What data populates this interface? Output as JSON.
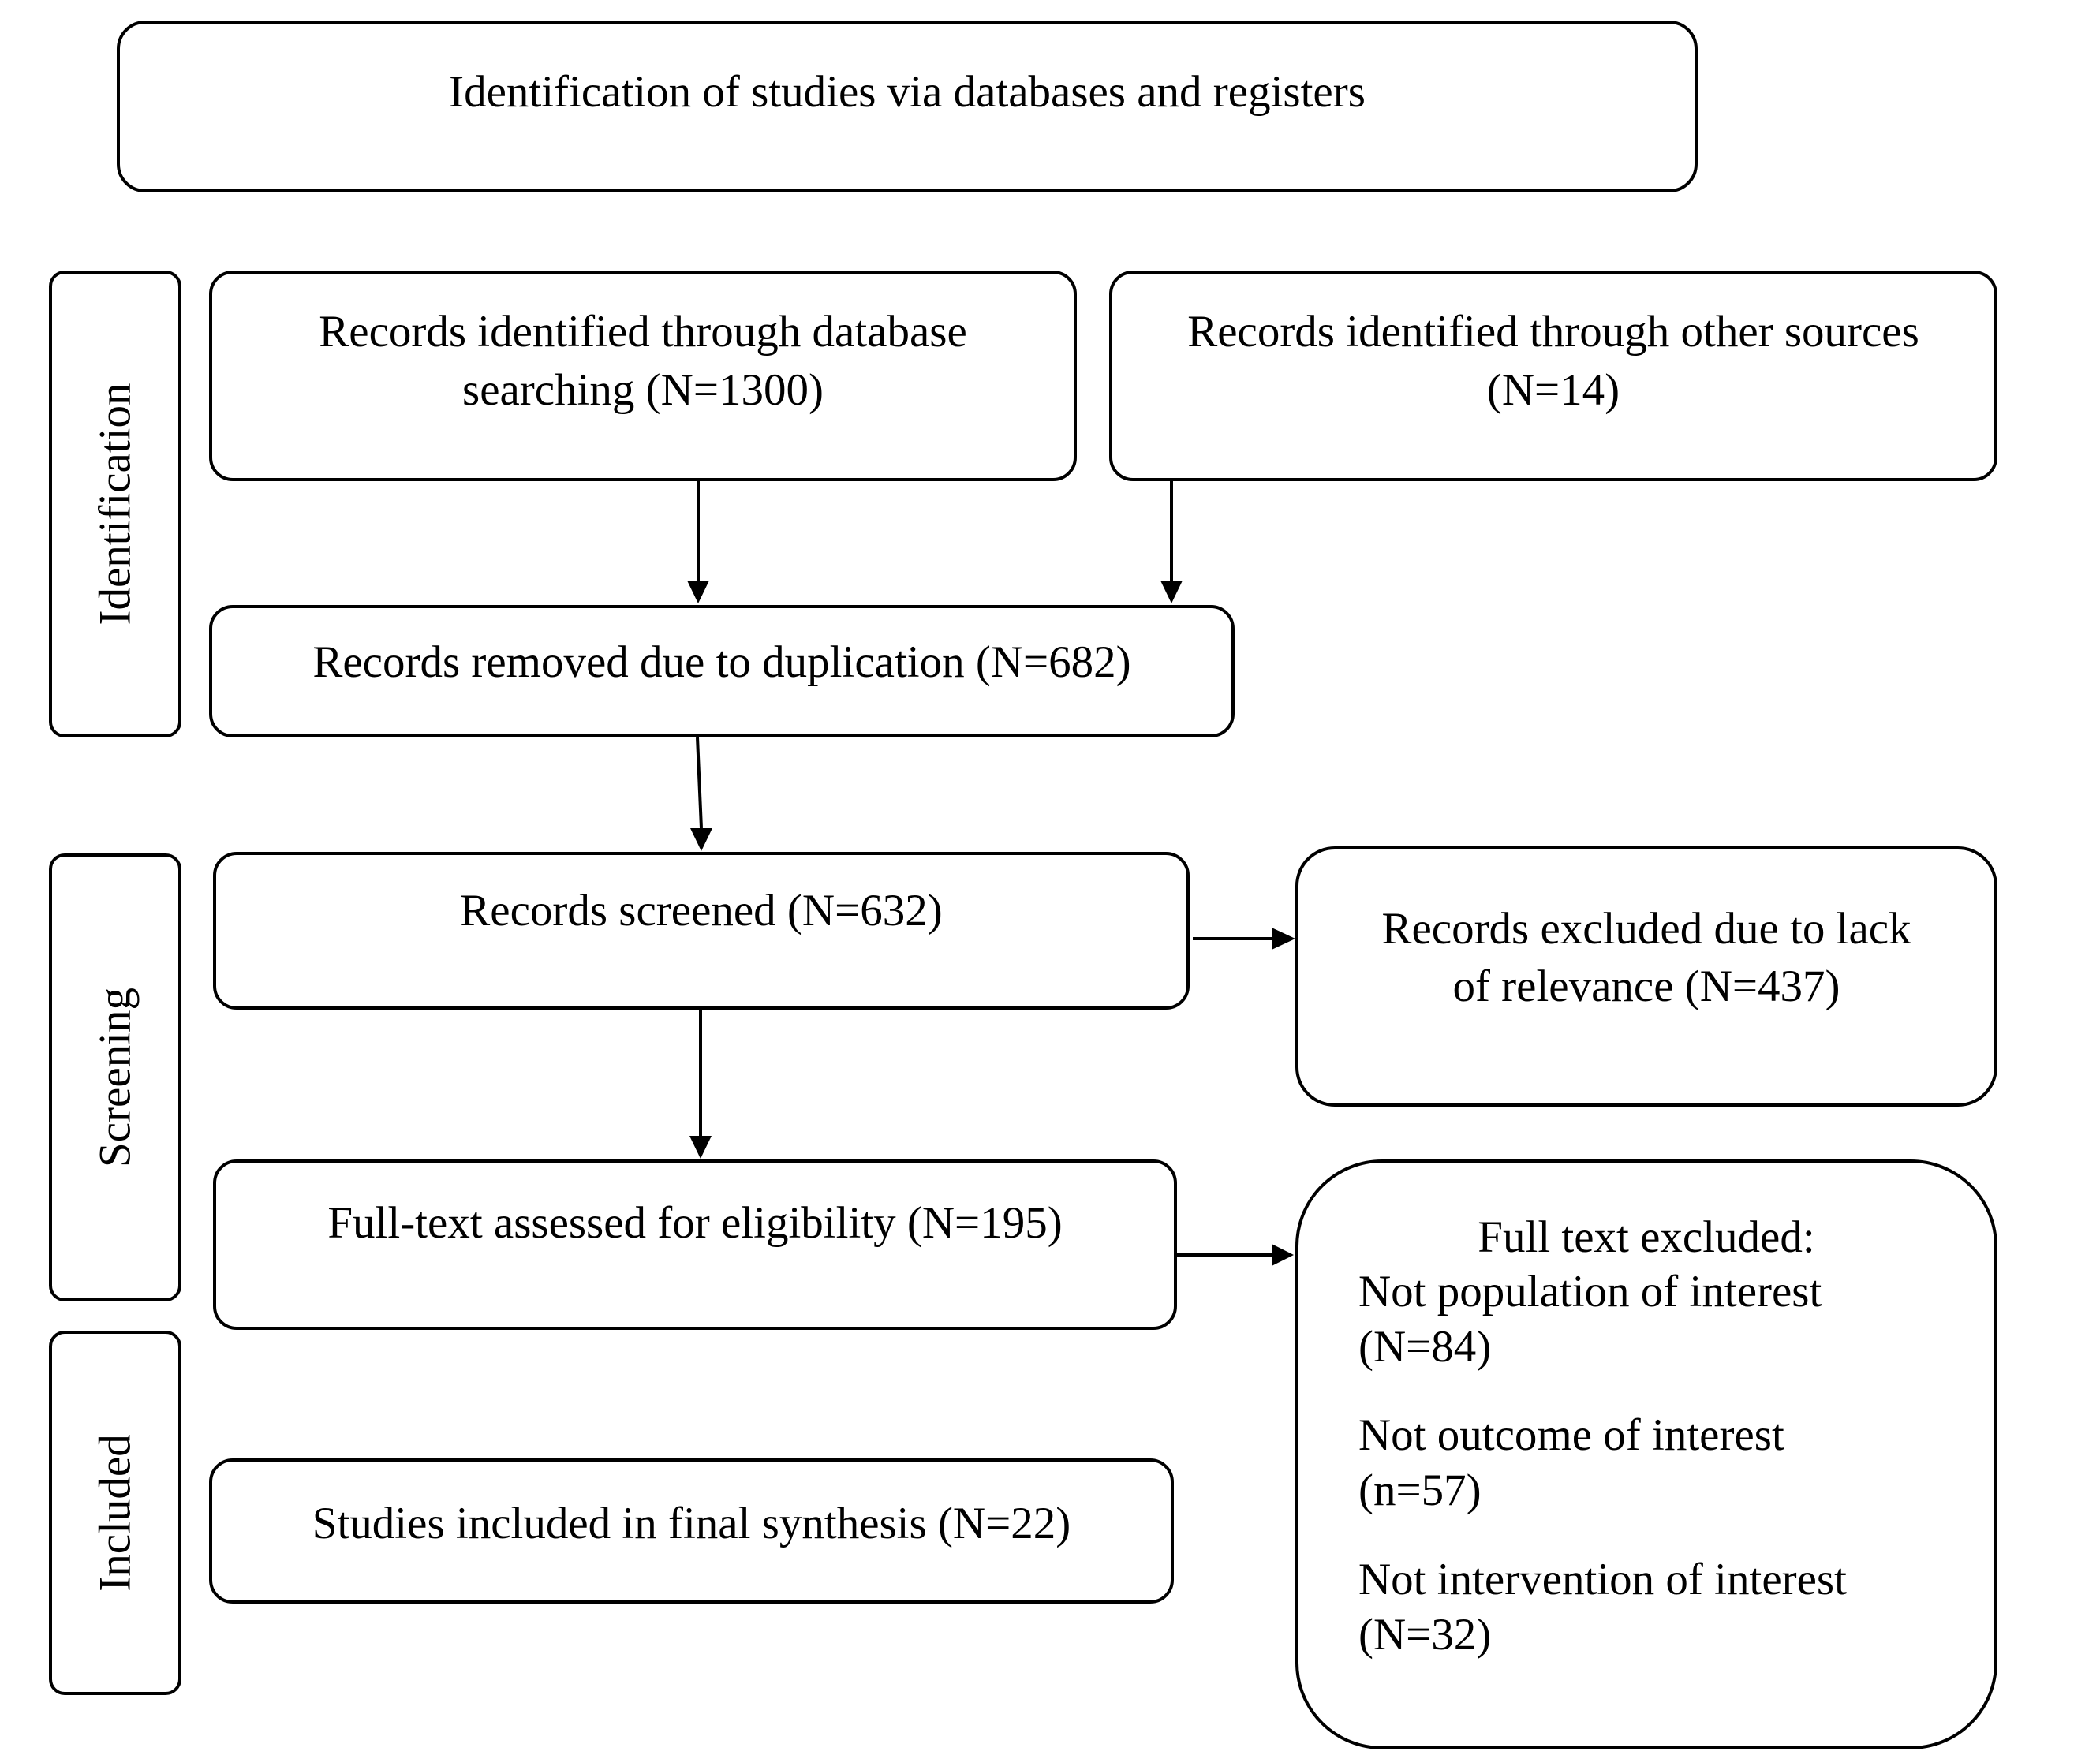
{
  "header": {
    "title": "Identification of studies via databases and registers"
  },
  "stages": {
    "identification": "Identification",
    "screening": "Screening",
    "included": "Included"
  },
  "boxes": {
    "database_records": {
      "line1": "Records identified through database",
      "line2": "searching (N=1300)"
    },
    "other_records": {
      "line1": "Records identified through other sources",
      "line2": "(N=14)"
    },
    "duplicates_removed": "Records removed due to duplication (N=682)",
    "screened": "Records screened (N=632)",
    "excluded_relevance": {
      "line1": "Records excluded due to lack",
      "line2": "of relevance (N=437)"
    },
    "full_text_assessed": "Full-text assessed for eligibility (N=195)",
    "included_final": "Studies included in final synthesis (N=22)",
    "full_text_excluded": {
      "heading": "Full text excluded:",
      "reason1_line1": "Not population of interest",
      "reason1_line2": "(N=84)",
      "reason2_line1": "Not outcome of interest",
      "reason2_line2": "(n=57)",
      "reason3_line1": "Not intervention of interest",
      "reason3_line2": "(N=32)"
    }
  }
}
